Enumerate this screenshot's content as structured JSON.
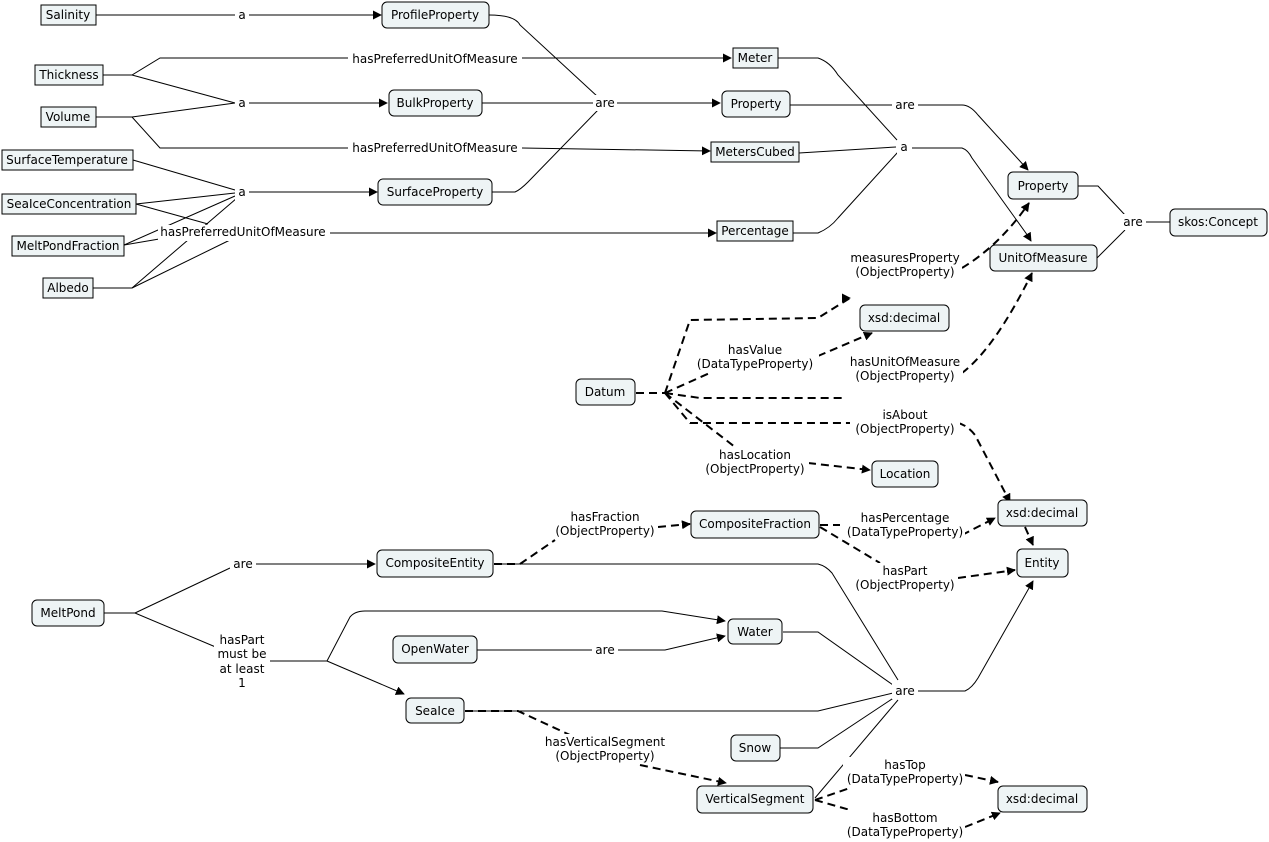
{
  "nodes": {
    "salinity": "Salinity",
    "thickness": "Thickness",
    "volume": "Volume",
    "surface_temperature": "SurfaceTemperature",
    "sea_ice_concentration": "SeaIceConcentration",
    "melt_pond_fraction": "MeltPondFraction",
    "albedo": "Albedo",
    "profile_property": "ProfileProperty",
    "bulk_property": "BulkProperty",
    "surface_property": "SurfaceProperty",
    "meter": "Meter",
    "property_mid": "Property",
    "meters_cubed": "MetersCubed",
    "percentage": "Percentage",
    "property_right": "Property",
    "unit_of_measure": "UnitOfMeasure",
    "skos_concept": "skos:Concept",
    "xsd_decimal_1": "xsd:decimal",
    "datum": "Datum",
    "location": "Location",
    "xsd_decimal_2": "xsd:decimal",
    "composite_fraction": "CompositeFraction",
    "composite_entity": "CompositeEntity",
    "entity": "Entity",
    "melt_pond": "MeltPond",
    "water": "Water",
    "open_water": "OpenWater",
    "sea_ice": "SeaIce",
    "snow": "Snow",
    "vertical_segment": "VerticalSegment",
    "xsd_decimal_3": "xsd:decimal"
  },
  "links": {
    "a1": "a",
    "a2": "a",
    "a3": "a",
    "a4": "a",
    "are1": "are",
    "are2": "are",
    "are3": "are",
    "are4": "are",
    "are5": "are",
    "are6": "are",
    "hpu1": "hasPreferredUnitOfMeasure",
    "hpu2": "hasPreferredUnitOfMeasure",
    "hpu3": "hasPreferredUnitOfMeasure",
    "measures_property": [
      "measuresProperty",
      "(ObjectProperty)"
    ],
    "has_value": [
      "hasValue",
      "(DataTypeProperty)"
    ],
    "has_unit": [
      "hasUnitOfMeasure",
      "(ObjectProperty)"
    ],
    "is_about": [
      "isAbout",
      "(ObjectProperty)"
    ],
    "has_location": [
      "hasLocation",
      "(ObjectProperty)"
    ],
    "has_fraction": [
      "hasFraction",
      "(ObjectProperty)"
    ],
    "has_percentage": [
      "hasPercentage",
      "(DataTypeProperty)"
    ],
    "has_part_1": [
      "hasPart",
      "(ObjectProperty)"
    ],
    "has_part_2": [
      "hasPart",
      "must be",
      "at least",
      "1"
    ],
    "has_vertical_segment": [
      "hasVerticalSegment",
      "(ObjectProperty)"
    ],
    "has_top": [
      "hasTop",
      "(DataTypeProperty)"
    ],
    "has_bottom": [
      "hasBottom",
      "(DataTypeProperty)"
    ]
  }
}
